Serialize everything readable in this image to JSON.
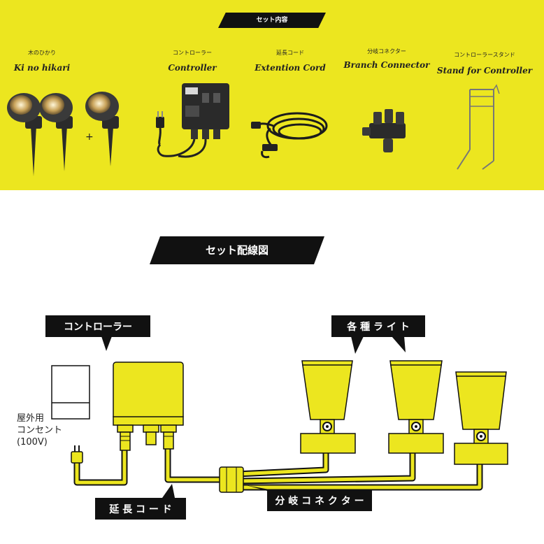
{
  "header": {
    "set_contents_label": "セット内容"
  },
  "items": [
    {
      "jp": "木のひかり",
      "en": "Ki no hikari"
    },
    {
      "jp": "コントローラー",
      "en": "Controller"
    },
    {
      "jp": "延長コード",
      "en": "Extention Cord"
    },
    {
      "jp": "分岐コネクター",
      "en": "Branch Connector"
    },
    {
      "jp": "コントローラースタンド",
      "en": "Stand for Controller"
    }
  ],
  "plus_sign": "+",
  "wiring": {
    "title": "セット配線図",
    "controller_label": "コントローラー",
    "lights_label": "各 種 ラ イ ト",
    "outlet_label": "屋外用\nコンセント\n(100V)",
    "cord_label": "延 長 コ ー ド",
    "connector_label": "分 岐 コ ネ ク タ ー"
  },
  "colors": {
    "yellow": "#ece61f",
    "black": "#111111"
  }
}
